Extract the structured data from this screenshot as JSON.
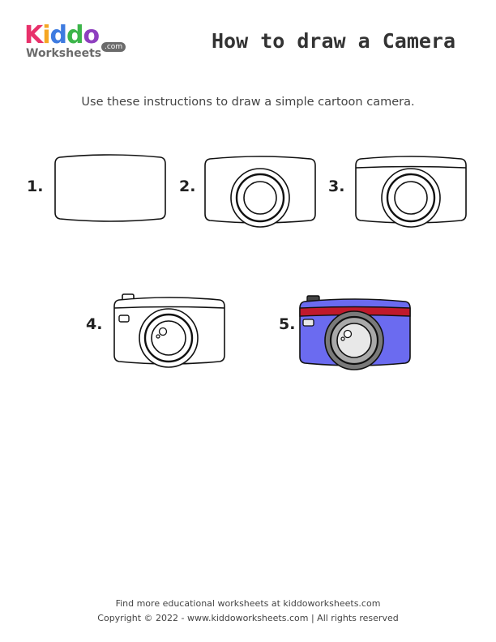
{
  "logo": {
    "letters": [
      {
        "char": "K",
        "color": "#e8316b"
      },
      {
        "char": "i",
        "color": "#f5a623"
      },
      {
        "char": "d",
        "color": "#3e7be0"
      },
      {
        "char": "d",
        "color": "#3cb54a"
      },
      {
        "char": "o",
        "color": "#8e3fbf"
      }
    ],
    "subtitle": "Worksheets",
    "badge": ".com"
  },
  "header": {
    "title": "How to draw a Camera"
  },
  "instructions": "Use these instructions to draw a simple cartoon camera.",
  "steps": [
    {
      "label": "1."
    },
    {
      "label": "2."
    },
    {
      "label": "3."
    },
    {
      "label": "4."
    },
    {
      "label": "5."
    }
  ],
  "colors": {
    "body": "#6b6bf0",
    "stripe": "#c0192b",
    "lens_ring": "#7a7a7a",
    "lens_ring_inner": "#a9a9a9",
    "lens_glass": "#e8e8e8",
    "button": "#444444",
    "outline": "#111111"
  },
  "footer": {
    "line1": "Find more educational worksheets at kiddoworksheets.com",
    "line2": "Copyright © 2022 - www.kiddoworksheets.com  |  All rights reserved"
  }
}
